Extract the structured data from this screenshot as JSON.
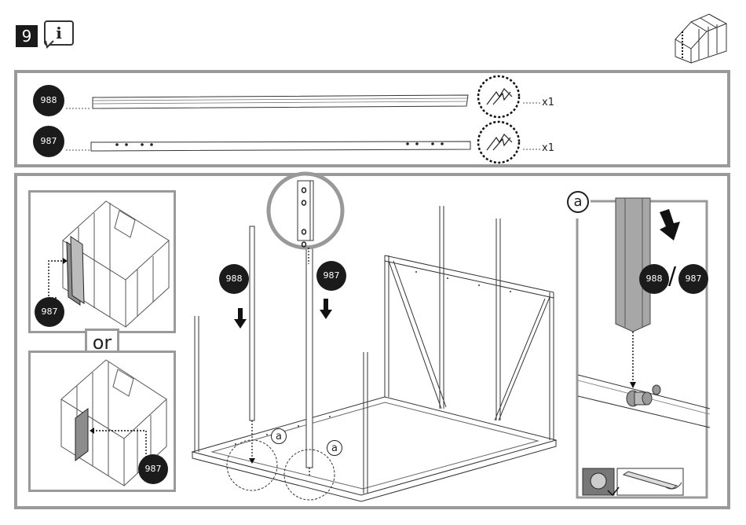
{
  "header": {
    "step_number": "9",
    "info_symbol": "i"
  },
  "parts": [
    {
      "id": "988",
      "quantity": "x1"
    },
    {
      "id": "987",
      "quantity": "x1"
    }
  ],
  "main": {
    "inset_top_part": "987",
    "or_label": "or",
    "inset_bottom_part": "987",
    "install_left_part": "988",
    "install_right_part": "987",
    "callout_a_1": "a",
    "callout_a_2": "a"
  },
  "detail": {
    "label": "a",
    "part_left": "988",
    "slash": "/",
    "part_right": "987"
  }
}
